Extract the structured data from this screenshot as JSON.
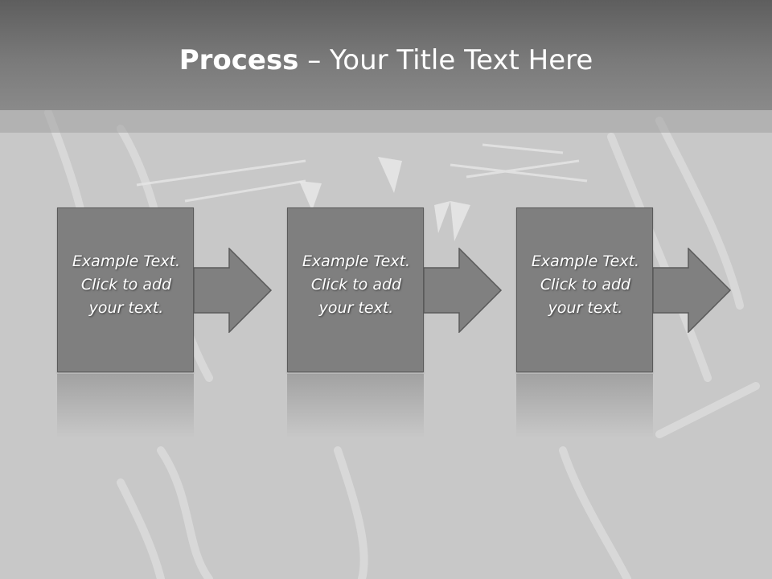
{
  "slide": {
    "title_bold": "Process",
    "title_rest": " – Your Title Text Here",
    "steps": [
      {
        "line1": "Example Text.",
        "line2": "Click  to add",
        "line3": "your text."
      },
      {
        "line1": "Example Text.",
        "line2": "Click  to add",
        "line3": "your text."
      },
      {
        "line1": "Example Text.",
        "line2": "Click  to add",
        "line3": "your text."
      }
    ]
  },
  "colors": {
    "header": "#6e6e6e",
    "box_fill": "#7f7f7f",
    "box_border": "#5a5a5a",
    "arrow_fill": "#808080",
    "background": "#c8c8c8"
  },
  "icons": [
    "right-arrow-icon"
  ]
}
